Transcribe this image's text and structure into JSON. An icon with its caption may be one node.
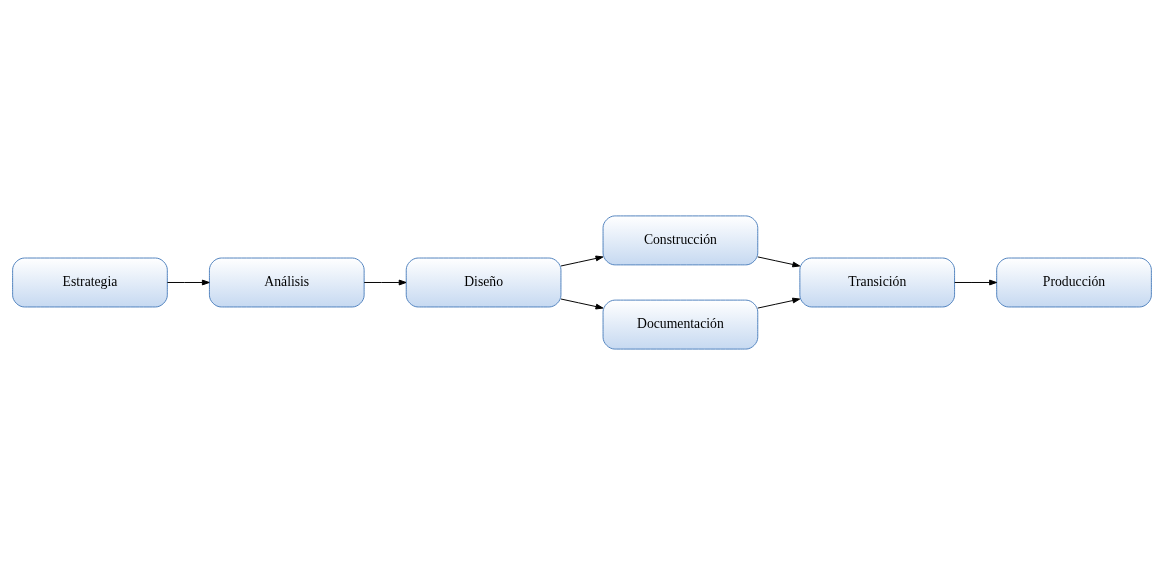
{
  "diagram": {
    "nodes": [
      {
        "text": [
          "Estrategia"
        ]
      },
      {
        "text": [
          "Análisis"
        ]
      },
      {
        "text": [
          "Diseño"
        ]
      },
      {
        "text": [
          "Construcción"
        ]
      },
      {
        "text": [
          "Transición"
        ]
      },
      {
        "text": [
          "Producción"
        ]
      },
      {
        "text": [
          "Documentación"
        ]
      }
    ],
    "edges": [
      {
        "from": 0,
        "to": 1,
        "arrow": "to"
      },
      {
        "from": 1,
        "to": 2,
        "arrow": "to"
      },
      {
        "from": 2,
        "to": 3,
        "arrow": "to"
      },
      {
        "from": 2,
        "to": 6,
        "arrow": "to"
      },
      {
        "from": 3,
        "to": 4,
        "arrow": "to"
      },
      {
        "from": 6,
        "to": 4,
        "arrow": "to"
      },
      {
        "from": 4,
        "to": 5,
        "arrow": "to"
      }
    ]
  }
}
